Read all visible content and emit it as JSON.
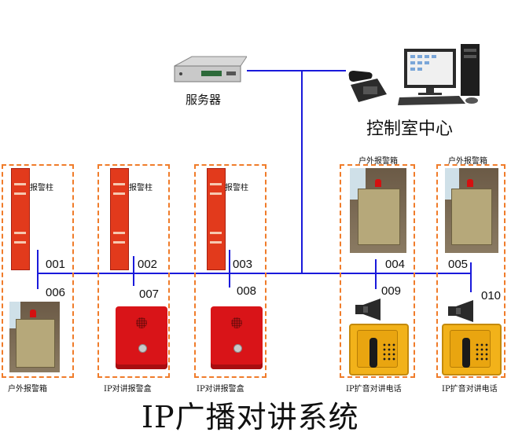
{
  "server": {
    "label": "服务器"
  },
  "control_center": {
    "label": "控制室中心"
  },
  "title": "IP广播对讲系统",
  "nodes": [
    {
      "id": "001",
      "device_label": "报警柱"
    },
    {
      "id": "002",
      "device_label": "报警柱"
    },
    {
      "id": "003",
      "device_label": "报警柱"
    },
    {
      "id": "004",
      "device_label": "户外报警箱"
    },
    {
      "id": "005",
      "device_label": "户外报警箱"
    },
    {
      "id": "006",
      "device_label": "户外报警箱"
    },
    {
      "id": "007",
      "device_label": "IP对讲报警盒"
    },
    {
      "id": "008",
      "device_label": "IP对讲报警盒"
    },
    {
      "id": "009",
      "device_label": "IP扩音对讲电话"
    },
    {
      "id": "010",
      "device_label": "IP扩音对讲电话"
    }
  ],
  "colors": {
    "network_line": "#1a1adb",
    "box_border": "#f07c2a",
    "device_red": "#d91418",
    "phone_yellow": "#f2b21a"
  }
}
